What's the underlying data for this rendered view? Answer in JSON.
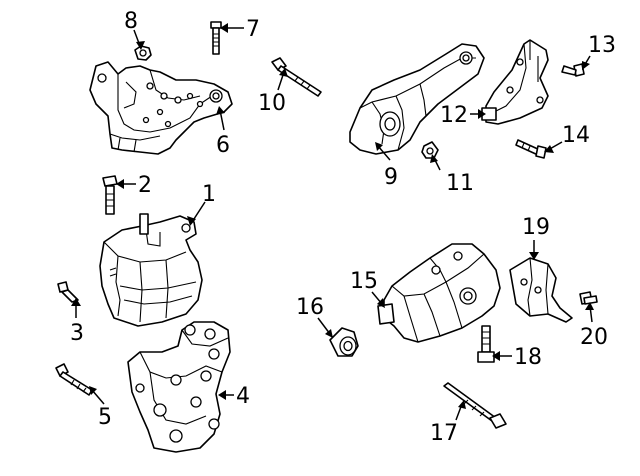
{
  "diagram": {
    "callouts": [
      {
        "id": "p1",
        "label": "1"
      },
      {
        "id": "p2",
        "label": "2"
      },
      {
        "id": "p3",
        "label": "3"
      },
      {
        "id": "p4",
        "label": "4"
      },
      {
        "id": "p5",
        "label": "5"
      },
      {
        "id": "p6",
        "label": "6"
      },
      {
        "id": "p7",
        "label": "7"
      },
      {
        "id": "p8",
        "label": "8"
      },
      {
        "id": "p9",
        "label": "9"
      },
      {
        "id": "p10",
        "label": "10"
      },
      {
        "id": "p11",
        "label": "11"
      },
      {
        "id": "p12",
        "label": "12"
      },
      {
        "id": "p13",
        "label": "13"
      },
      {
        "id": "p14",
        "label": "14"
      },
      {
        "id": "p15",
        "label": "15"
      },
      {
        "id": "p16",
        "label": "16"
      },
      {
        "id": "p17",
        "label": "17"
      },
      {
        "id": "p18",
        "label": "18"
      },
      {
        "id": "p19",
        "label": "19"
      },
      {
        "id": "p20",
        "label": "20"
      }
    ]
  }
}
